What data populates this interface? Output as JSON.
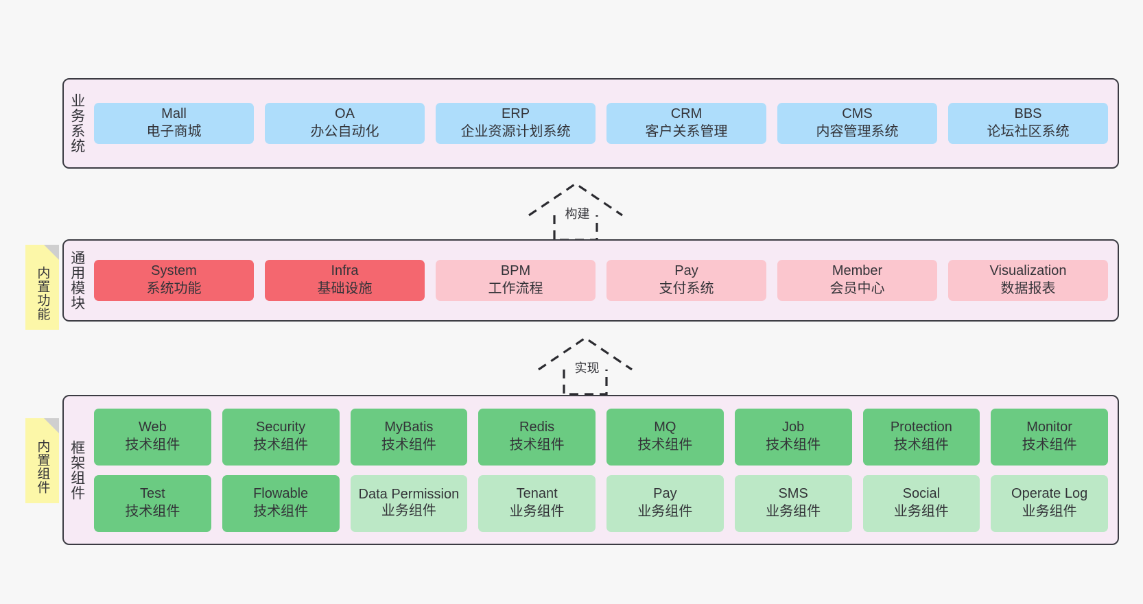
{
  "diagram": {
    "title_hidden": "",
    "background_color": "#f7f7f7",
    "layer_bg_color": "#f7eaf5",
    "note_color": "#fcf7a8"
  },
  "layers": [
    {
      "id": "business-systems",
      "label": "业务系统",
      "note": null,
      "rows": [
        {
          "nodes": [
            {
              "name": "Mall",
              "sub": "电子商城",
              "color": "#aeddfb",
              "style": "c-blue"
            },
            {
              "name": "OA",
              "sub": "办公自动化",
              "color": "#aeddfb",
              "style": "c-blue"
            },
            {
              "name": "ERP",
              "sub": "企业资源计划系统",
              "color": "#aeddfb",
              "style": "c-blue"
            },
            {
              "name": "CRM",
              "sub": "客户关系管理",
              "color": "#aeddfb",
              "style": "c-blue"
            },
            {
              "name": "CMS",
              "sub": "内容管理系统",
              "color": "#aeddfb",
              "style": "c-blue"
            },
            {
              "name": "BBS",
              "sub": "论坛社区系统",
              "color": "#aeddfb",
              "style": "c-blue"
            }
          ]
        }
      ]
    },
    {
      "id": "common-modules",
      "label": "通用模块",
      "note": "内置功能",
      "rows": [
        {
          "nodes": [
            {
              "name": "System",
              "sub": "系统功能",
              "color": "#f4676f",
              "style": "c-red"
            },
            {
              "name": "Infra",
              "sub": "基础设施",
              "color": "#f4676f",
              "style": "c-red"
            },
            {
              "name": "BPM",
              "sub": "工作流程",
              "color": "#fbc6ce",
              "style": "c-pink"
            },
            {
              "name": "Pay",
              "sub": "支付系统",
              "color": "#fbc6ce",
              "style": "c-pink"
            },
            {
              "name": "Member",
              "sub": "会员中心",
              "color": "#fbc6ce",
              "style": "c-pink"
            },
            {
              "name": "Visualization",
              "sub": "数据报表",
              "color": "#fbc6ce",
              "style": "c-pink"
            }
          ]
        }
      ]
    },
    {
      "id": "framework-components",
      "label": "框架组件",
      "note": "内置组件",
      "rows": [
        {
          "nodes": [
            {
              "name": "Web",
              "sub": "技术组件",
              "color": "#6bcb82",
              "style": "c-green"
            },
            {
              "name": "Security",
              "sub": "技术组件",
              "color": "#6bcb82",
              "style": "c-green"
            },
            {
              "name": "MyBatis",
              "sub": "技术组件",
              "color": "#6bcb82",
              "style": "c-green"
            },
            {
              "name": "Redis",
              "sub": "技术组件",
              "color": "#6bcb82",
              "style": "c-green"
            },
            {
              "name": "MQ",
              "sub": "技术组件",
              "color": "#6bcb82",
              "style": "c-green"
            },
            {
              "name": "Job",
              "sub": "技术组件",
              "color": "#6bcb82",
              "style": "c-green"
            },
            {
              "name": "Protection",
              "sub": "技术组件",
              "color": "#6bcb82",
              "style": "c-green"
            },
            {
              "name": "Monitor",
              "sub": "技术组件",
              "color": "#6bcb82",
              "style": "c-green"
            }
          ]
        },
        {
          "nodes": [
            {
              "name": "Test",
              "sub": "技术组件",
              "color": "#6bcb82",
              "style": "c-green"
            },
            {
              "name": "Flowable",
              "sub": "技术组件",
              "color": "#6bcb82",
              "style": "c-green"
            },
            {
              "name": "Data Permission",
              "sub": "业务组件",
              "color": "#bce8c6",
              "style": "c-lgreen"
            },
            {
              "name": "Tenant",
              "sub": "业务组件",
              "color": "#bce8c6",
              "style": "c-lgreen"
            },
            {
              "name": "Pay",
              "sub": "业务组件",
              "color": "#bce8c6",
              "style": "c-lgreen"
            },
            {
              "name": "SMS",
              "sub": "业务组件",
              "color": "#bce8c6",
              "style": "c-lgreen"
            },
            {
              "name": "Social",
              "sub": "业务组件",
              "color": "#bce8c6",
              "style": "c-lgreen"
            },
            {
              "name": "Operate Log",
              "sub": "业务组件",
              "color": "#bce8c6",
              "style": "c-lgreen"
            }
          ]
        }
      ]
    }
  ],
  "connectors": [
    {
      "id": "build",
      "label": "构建",
      "from": "common-modules",
      "to": "business-systems",
      "type": "dashed-generalization"
    },
    {
      "id": "implement",
      "label": "实现",
      "from": "framework-components",
      "to": "common-modules",
      "type": "dashed-generalization"
    }
  ]
}
